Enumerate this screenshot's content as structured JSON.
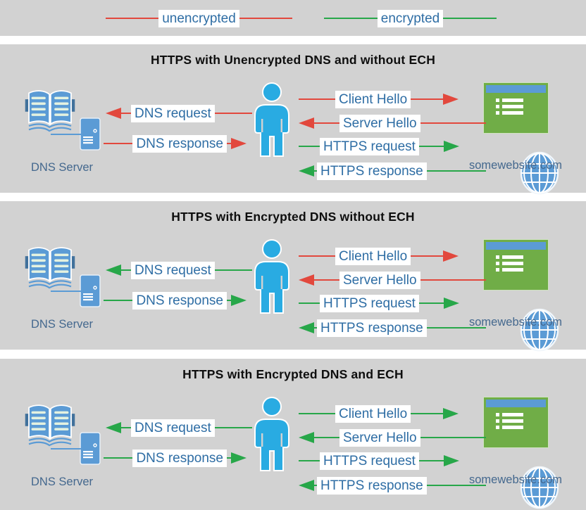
{
  "legend": {
    "unencrypted_label": "unencrypted",
    "encrypted_label": "encrypted"
  },
  "colors": {
    "unencrypted": "#e2483d",
    "encrypted": "#27a749",
    "icon_blue": "#5b9bd5",
    "person_blue": "#29abe2",
    "website_green": "#70ad47",
    "label_text": "#2e6da4",
    "caption_text": "#44688e",
    "band_background": "#d2d2d2"
  },
  "panels": [
    {
      "title": "HTTPS with Unencrypted DNS and without ECH",
      "dns_server_caption": "DNS Server",
      "website_caption": "somewebsite.com",
      "arrows": {
        "dns_request": {
          "label": "DNS request",
          "direction": "left",
          "color": "#e2483d"
        },
        "dns_response": {
          "label": "DNS response",
          "direction": "right",
          "color": "#e2483d"
        },
        "client_hello": {
          "label": "Client Hello",
          "direction": "right",
          "color": "#e2483d"
        },
        "server_hello": {
          "label": "Server Hello",
          "direction": "left",
          "color": "#e2483d"
        },
        "https_request": {
          "label": "HTTPS request",
          "direction": "right",
          "color": "#27a749"
        },
        "https_response": {
          "label": "HTTPS response",
          "direction": "left",
          "color": "#27a749"
        }
      }
    },
    {
      "title": "HTTPS with Encrypted DNS without ECH",
      "dns_server_caption": "DNS Server",
      "website_caption": "somewebsite.com",
      "arrows": {
        "dns_request": {
          "label": "DNS request",
          "direction": "left",
          "color": "#27a749"
        },
        "dns_response": {
          "label": "DNS response",
          "direction": "right",
          "color": "#27a749"
        },
        "client_hello": {
          "label": "Client Hello",
          "direction": "right",
          "color": "#e2483d"
        },
        "server_hello": {
          "label": "Server Hello",
          "direction": "left",
          "color": "#e2483d"
        },
        "https_request": {
          "label": "HTTPS request",
          "direction": "right",
          "color": "#27a749"
        },
        "https_response": {
          "label": "HTTPS response",
          "direction": "left",
          "color": "#27a749"
        }
      }
    },
    {
      "title": "HTTPS with Encrypted DNS and ECH",
      "dns_server_caption": "DNS Server",
      "website_caption": "somewebsite.com",
      "arrows": {
        "dns_request": {
          "label": "DNS request",
          "direction": "left",
          "color": "#27a749"
        },
        "dns_response": {
          "label": "DNS response",
          "direction": "right",
          "color": "#27a749"
        },
        "client_hello": {
          "label": "Client Hello",
          "direction": "right",
          "color": "#27a749"
        },
        "server_hello": {
          "label": "Server Hello",
          "direction": "left",
          "color": "#27a749"
        },
        "https_request": {
          "label": "HTTPS request",
          "direction": "right",
          "color": "#27a749"
        },
        "https_response": {
          "label": "HTTPS response",
          "direction": "left",
          "color": "#27a749"
        }
      }
    }
  ]
}
